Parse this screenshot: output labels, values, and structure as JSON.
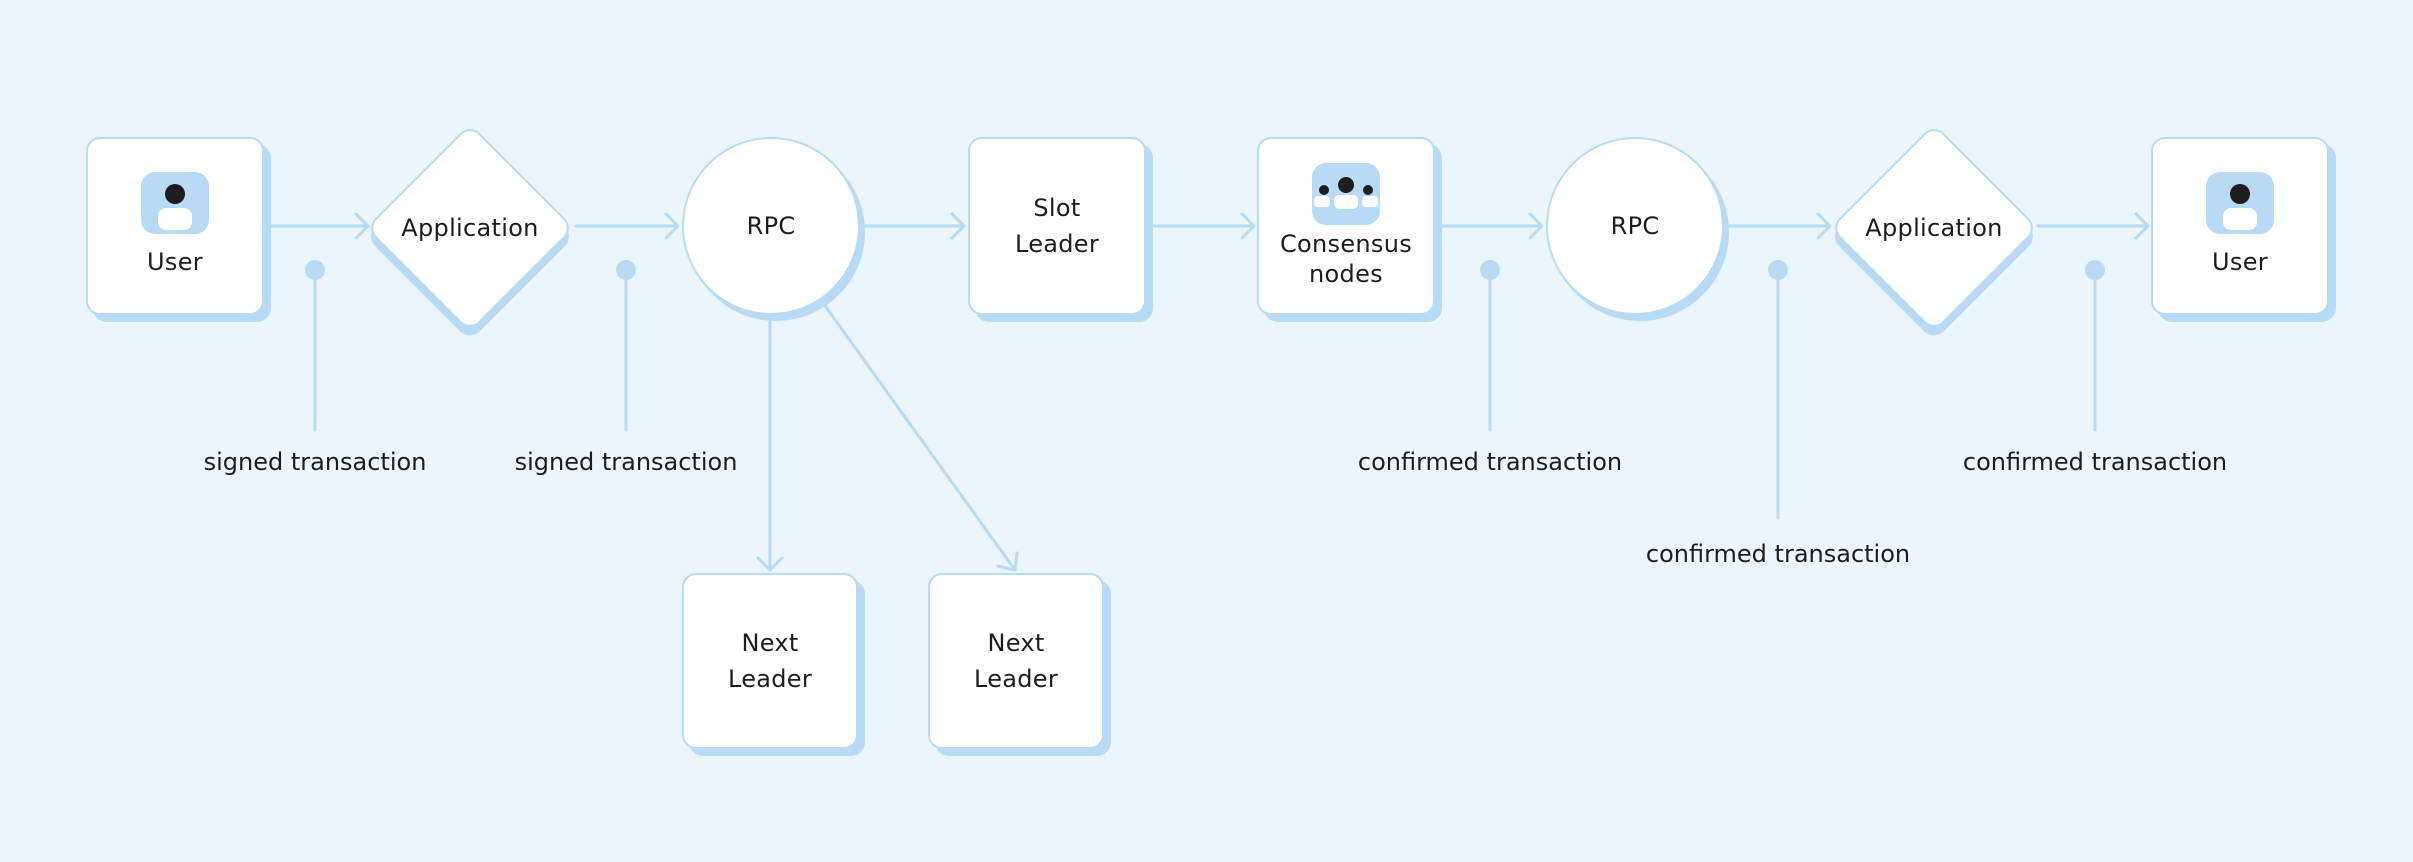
{
  "diagram": {
    "nodes": {
      "user_start": "User",
      "application_1": "Application",
      "rpc_1": "RPC",
      "slot_leader": [
        "Slot",
        "Leader"
      ],
      "consensus_nodes": [
        "Consensus",
        "nodes"
      ],
      "rpc_2": "RPC",
      "application_2": "Application",
      "user_end": "User",
      "next_leader_1": [
        "Next",
        "Leader"
      ],
      "next_leader_2": [
        "Next",
        "Leader"
      ]
    },
    "annotations": {
      "a1": "signed transaction",
      "a2": "signed transaction",
      "a3": "confirmed transaction",
      "a4": "confirmed transaction",
      "a5": "confirmed transaction"
    },
    "icons": {
      "user": "user-icon",
      "consensus": "group-icon"
    },
    "colors": {
      "background": "#ebf5fd",
      "accent": "#b7dbf4",
      "node_fill": "#ffffff",
      "icon_dark": "#1d1d1f"
    }
  }
}
